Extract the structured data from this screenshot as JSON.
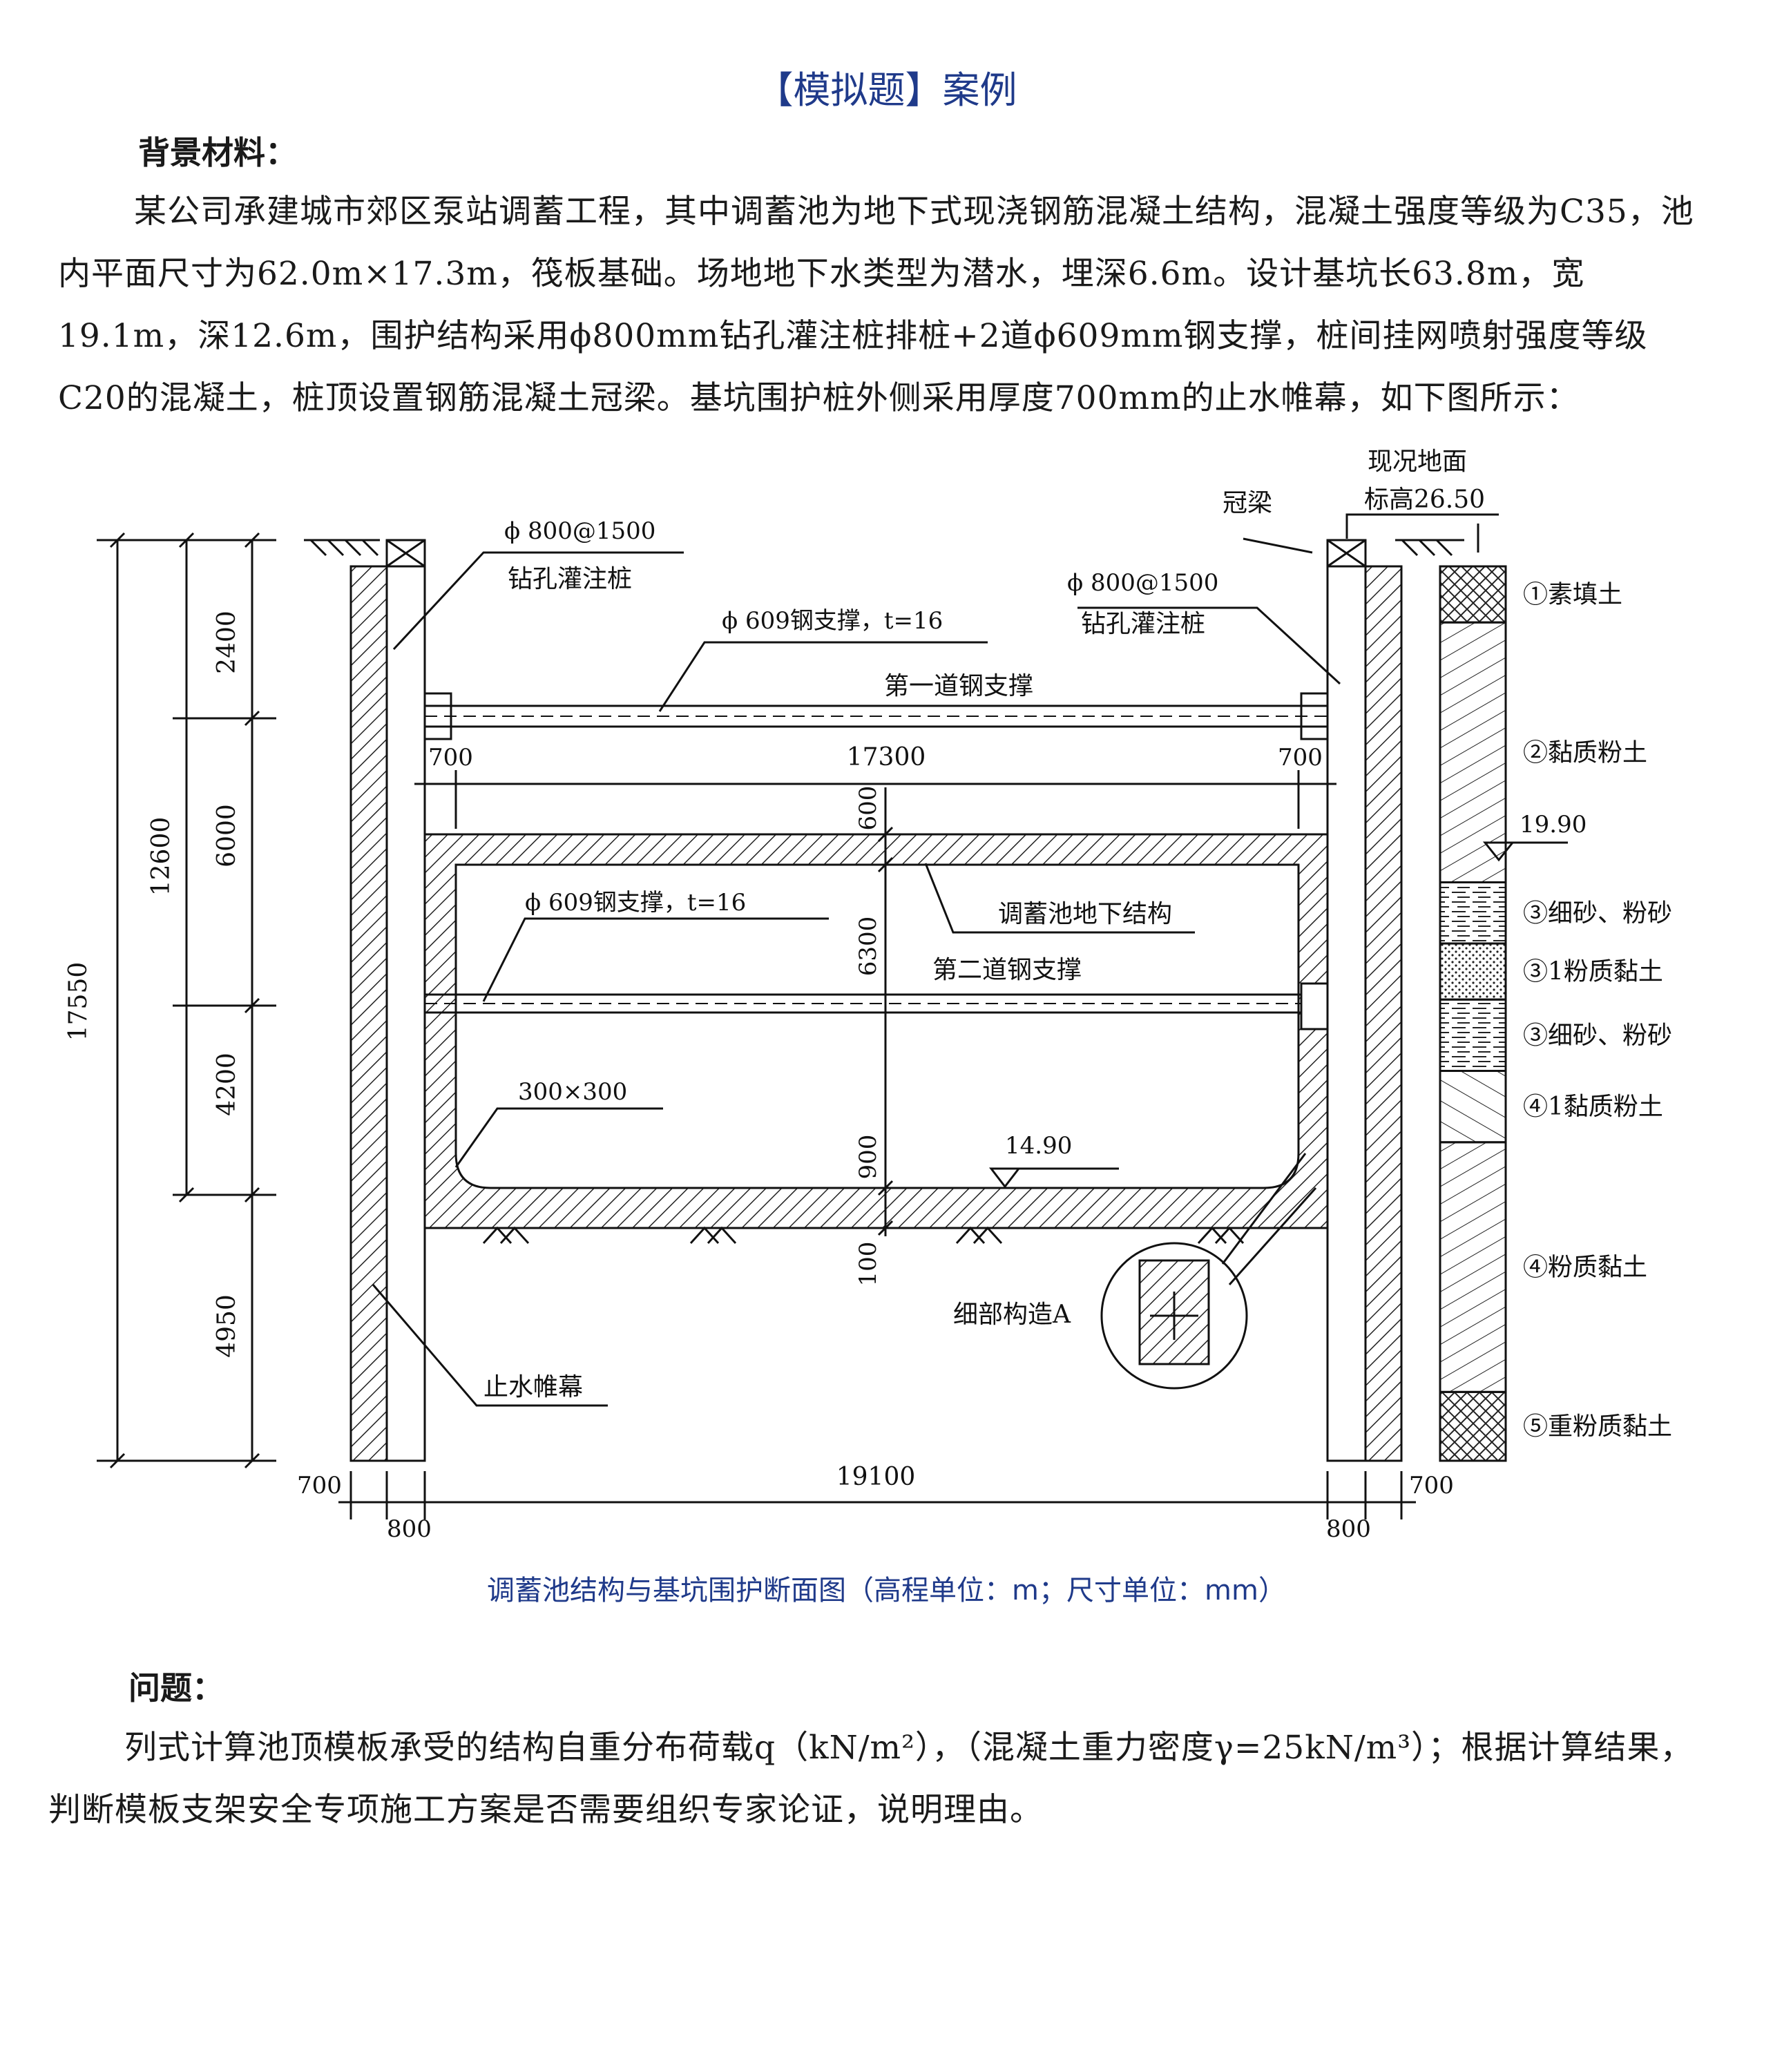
{
  "title": "【模拟题】案例",
  "background": {
    "heading": "背景材料：",
    "paragraph": "某公司承建城市郊区泵站调蓄工程，其中调蓄池为地下式现浇钢筋混凝土结构，混凝土强度等级为C35，池内平面尺寸为62.0m×17.3m，筏板基础。场地地下水类型为潜水，埋深6.6m。设计基坑长63.8m，宽19.1m，深12.6m，围护结构采用ϕ800mm钻孔灌注桩排桩+2道ϕ609mm钢支撑，桩间挂网喷射强度等级C20的混凝土，桩顶设置钢筋混凝土冠梁。基坑围护桩外侧采用厚度700mm的止水帷幕，如下图所示："
  },
  "diagram": {
    "labels": {
      "pile_left_spec": "ϕ 800@1500",
      "pile_left_name": "钻孔灌注桩",
      "pile_right_spec": "ϕ 800@1500",
      "pile_right_name": "钻孔灌注桩",
      "crown_beam": "冠梁",
      "ground_title": "现况地面",
      "ground_elev": "标高26.50",
      "strut_spec_top": "ϕ 609钢支撑，t=16",
      "strut1_name": "第一道钢支撑",
      "strut_spec_mid": "ϕ 609钢支撑，t=16",
      "strut2_name": "第二道钢支撑",
      "pool_structure": "调蓄池地下结构",
      "haunch": "300×300",
      "floor_elev": "14.90",
      "detail": "细部构造A",
      "cutoff_wall": "止水帷幕",
      "water_level": "19.90"
    },
    "dims": {
      "d17550": "17550",
      "d12600": "12600",
      "d2400": "2400",
      "d6000": "6000",
      "d4200": "4200",
      "d4950": "4950",
      "d700_l": "700",
      "d17300": "17300",
      "d700_r": "700",
      "d600": "600",
      "d6300": "6300",
      "d900": "900",
      "d100": "100",
      "b700_l": "700",
      "b800_l": "800",
      "b19100": "19100",
      "b800_r": "800",
      "b700_r": "700"
    },
    "soil_layers": [
      {
        "name": "①素填土",
        "top": 26.5,
        "bottom": 25.4
      },
      {
        "name": "②黏质粉土",
        "top": 25.4,
        "bottom": 20.3
      },
      {
        "name": "③细砂、粉砂",
        "top": 20.3,
        "bottom": 19.1
      },
      {
        "name": "③1粉质黏土",
        "top": 19.1,
        "bottom": 18.0
      },
      {
        "name": "③细砂、粉砂",
        "top": 18.0,
        "bottom": 16.6
      },
      {
        "name": "④1黏质粉土",
        "top": 16.6,
        "bottom": 15.2
      },
      {
        "name": "④粉质黏土",
        "top": 15.2,
        "bottom": 10.3
      },
      {
        "name": "⑤重粉质黏土",
        "top": 10.3,
        "bottom": 8.95
      }
    ]
  },
  "caption": "调蓄池结构与基坑围护断面图（高程单位：m；尺寸单位：mm）",
  "question": {
    "heading": "问题：",
    "text": "列式计算池顶模板承受的结构自重分布荷载q（kN/m²），（混凝土重力密度γ=25kN/m³）；根据计算结果，判断模板支架安全专项施工方案是否需要组织专家论证，说明理由。"
  }
}
